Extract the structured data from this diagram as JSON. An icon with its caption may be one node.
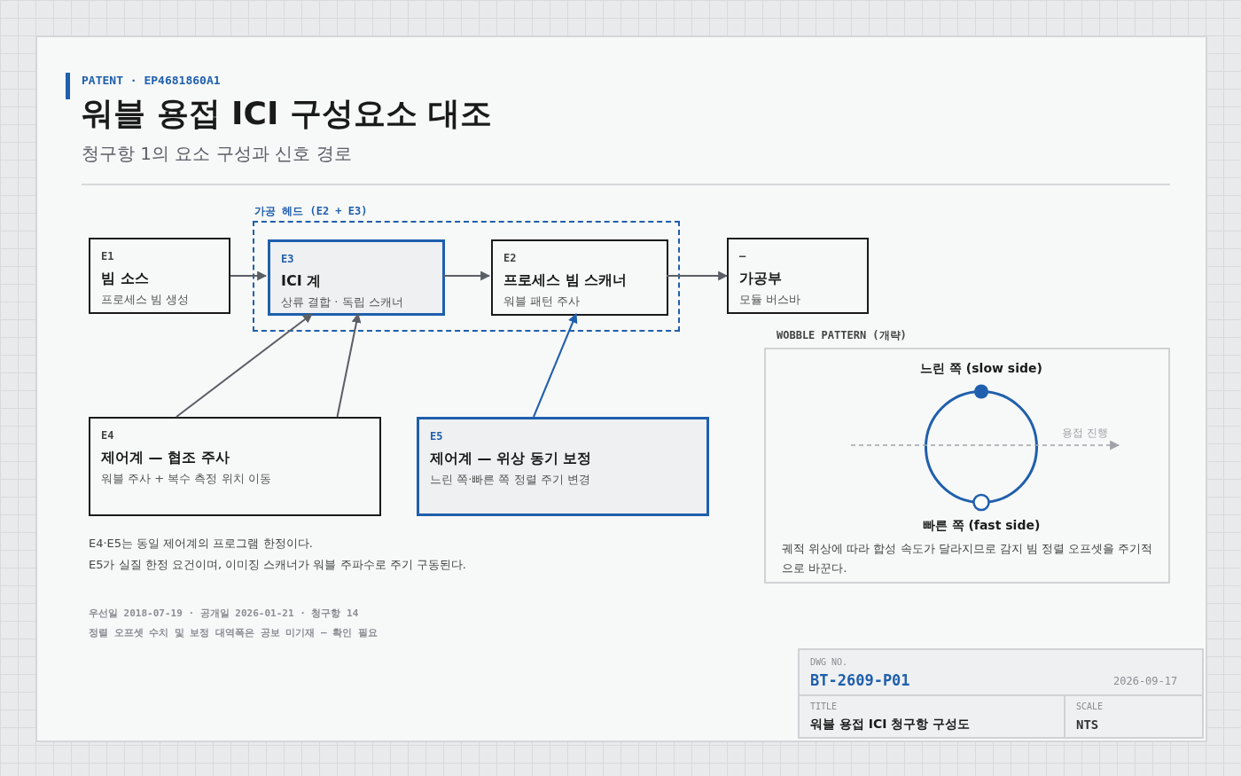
{
  "diagram": {
    "title": "워블 용접 ICI 구성요소 대조",
    "nodes": [
      {
        "text": [
          "가공 헤드 (E2 + E3)"
        ]
      },
      {
        "text": [
          "E1",
          "빔 소스",
          "프로세스 빔 생성"
        ]
      },
      {
        "text": [
          "E3",
          "ICI 계",
          "상류 결합 · 독립 스캐너"
        ],
        "in": 0
      },
      {
        "text": [
          "E2",
          "프로세스 빔 스캐너",
          "워블 패턴 주사"
        ],
        "in": 0
      },
      {
        "text": [
          "–",
          "가공부",
          "모듈 버스바"
        ]
      },
      {
        "text": [
          "E4",
          "제어계 — 협조 주사",
          "워블 주사 + 복수 측정 위치 이동"
        ]
      },
      {
        "text": [
          "E5",
          "제어계 — 위상 동기 보정",
          "느린 쪽·빠른 쪽 정렬 주기 변경"
        ]
      },
      {
        "text": [
          "WOBBLE PATTERN (개략)",
          "궤적 위상에 따라 합성 속도가 달라지므로 감지 빔 정렬 오프셋을 주기적으로 바꾼다."
        ]
      },
      {
        "text": [],
        "shape": "circle",
        "in": 7,
        "beside": [
          "느린 쪽 (slow side)",
          "빠른 쪽 (fast side)"
        ]
      }
    ],
    "edges": [
      {
        "from": 1,
        "to": 2,
        "arrow": "to"
      },
      {
        "from": 2,
        "to": 3,
        "arrow": "to"
      },
      {
        "from": 3,
        "to": 4,
        "arrow": "to"
      },
      {
        "from": 5,
        "to": 2,
        "arrow": "to"
      },
      {
        "from": 5,
        "to": 2,
        "arrow": "to"
      },
      {
        "from": 6,
        "to": 3,
        "arrow": "to",
        "color": "#1f5fad"
      }
    ],
    "labels": [
      "PATENT · EP4681860A1",
      "청구항 1의 요소 구성과 신호 경로",
      "용접 진행",
      "E4·E5는 동일 제어계의 프로그램 한정이다.",
      "E5가 실질 한정 요건이며, 이미징 스캐너가 워블 주파수로 주기 구동된다.",
      "우선일 2018-07-19 · 공개일 2026-01-21 · 청구항 14",
      "정렬 오프셋 수치 및 보정 대역폭은 공보 미기재 — 확인 필요",
      "DWG NO.",
      "BT-2609-P01",
      "2026-09-17",
      "TITLE",
      "워블 용접 ICI 청구항 구성도",
      "SCALE",
      "NTS"
    ]
  }
}
